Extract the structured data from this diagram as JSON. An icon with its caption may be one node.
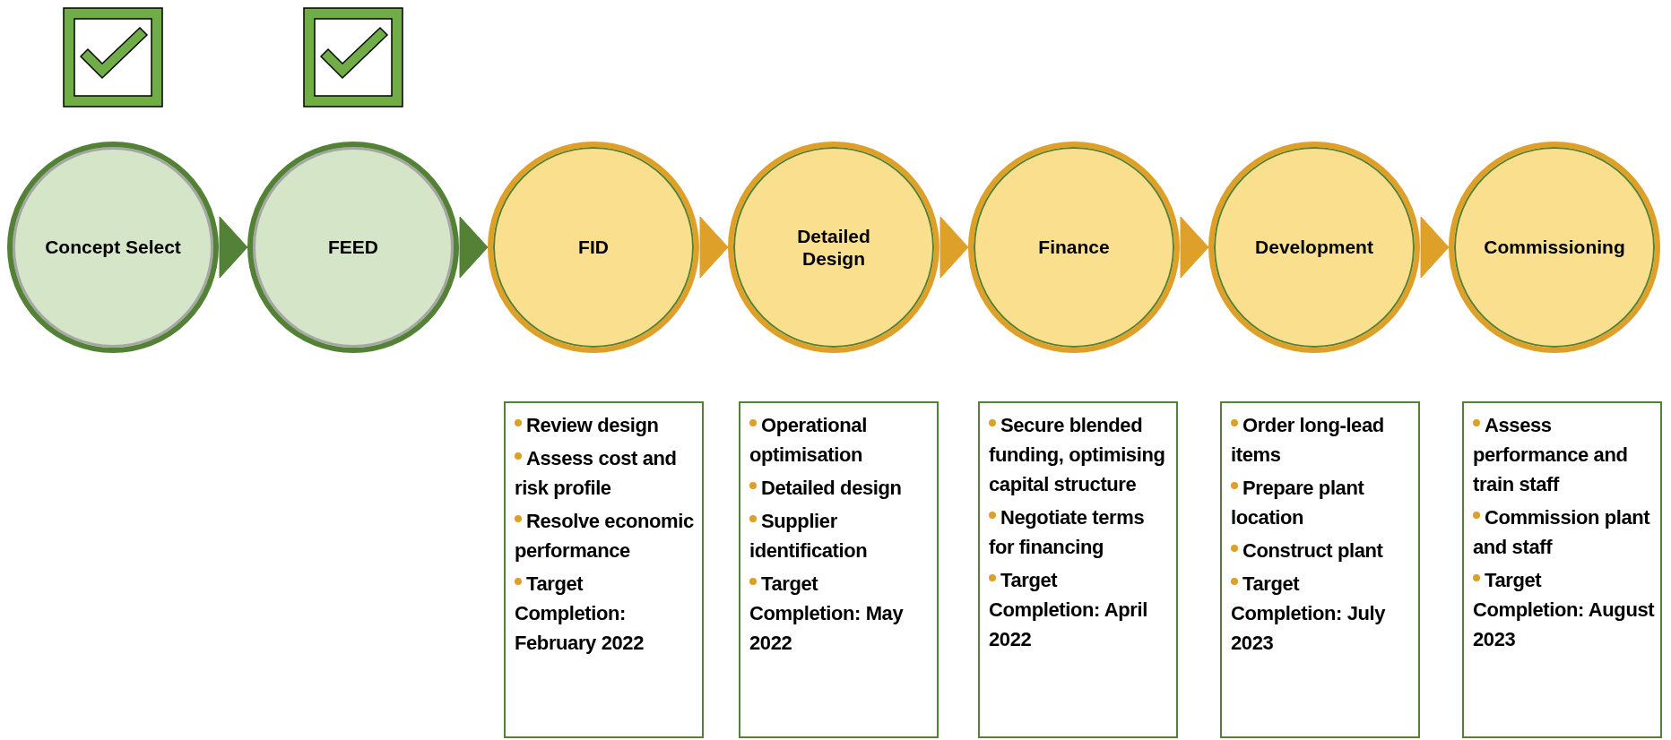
{
  "diagram": {
    "nodes": [
      {
        "text": [
          "Concept Select"
        ]
      },
      {
        "text": [
          "FEED"
        ]
      },
      {
        "text": [
          "FID"
        ]
      },
      {
        "text": [
          "Detailed Design"
        ]
      },
      {
        "text": [
          "Finance"
        ]
      },
      {
        "text": [
          "Development"
        ]
      },
      {
        "text": [
          "Commissioning"
        ]
      },
      {
        "text": [
          "Review design",
          "Assess cost and risk profile",
          "Resolve economic performance",
          "Target Completion: February 2022"
        ]
      },
      {
        "text": [
          "Operational optimisation",
          "Detailed design",
          "Supplier identification",
          "Target Completion: May 2022"
        ]
      },
      {
        "text": [
          "Secure blended funding, optimising capital structure",
          "Negotiate terms for financing",
          "Target Completion: April 2022"
        ]
      },
      {
        "text": [
          "Order long-lead items",
          "Prepare plant location",
          "Construct plant",
          "Target Completion: July 2023"
        ]
      },
      {
        "text": [
          "Assess performance and train staff",
          "Commission plant and staff",
          "Target Completion: August 2023"
        ]
      }
    ],
    "edges": [
      {
        "from": 0,
        "to": 1,
        "arrow": "to",
        "color": "#538135"
      },
      {
        "from": 1,
        "to": 2,
        "arrow": "to",
        "color": "#538135"
      },
      {
        "from": 2,
        "to": 3,
        "arrow": "to"
      },
      {
        "from": 3,
        "to": 4,
        "arrow": "to"
      },
      {
        "from": 4,
        "to": 5,
        "arrow": "to"
      },
      {
        "from": 5,
        "to": 6,
        "arrow": "to"
      }
    ]
  }
}
